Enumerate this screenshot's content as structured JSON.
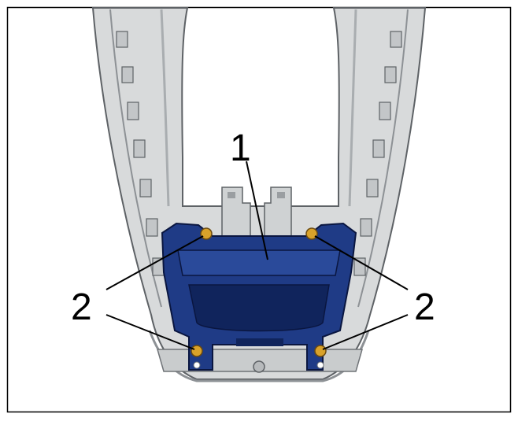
{
  "callouts": {
    "part_1": "1",
    "part_2_left": "2",
    "part_2_right": "2"
  },
  "colors": {
    "frame": "#000000",
    "console_fill": "#d8dadb",
    "console_edge": "#5e6266",
    "console_shadow": "#a9adb0",
    "module_fill": "#1f3b86",
    "module_dark": "#10245c",
    "module_edge": "#0a1640",
    "fastener": "#d9a22a",
    "fastener_edge": "#6b4a10",
    "leader": "#000000"
  }
}
